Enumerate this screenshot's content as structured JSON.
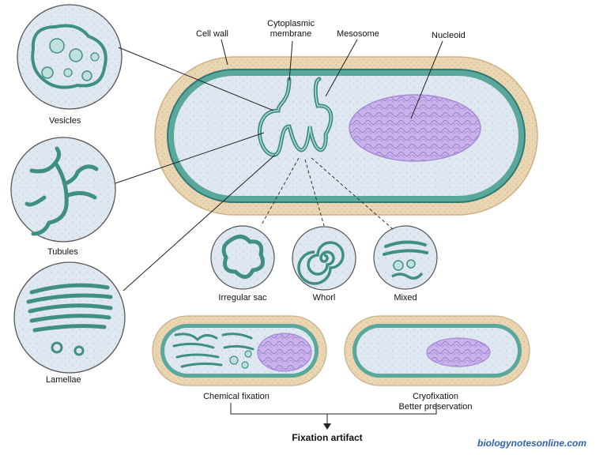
{
  "labels": {
    "cell_wall": "Cell wall",
    "cytoplasmic_membrane_line1": "Cytoplasmic",
    "cytoplasmic_membrane_line2": "membrane",
    "mesosome": "Mesosome",
    "nucleoid": "Nucleoid",
    "vesicles": "Vesicles",
    "tubules": "Tubules",
    "lamellae": "Lamellae",
    "irregular_sac": "Irregular sac",
    "whorl": "Whorl",
    "mixed": "Mixed",
    "chemical_fixation": "Chemical fixation",
    "cryofixation_line1": "Cryofixation",
    "cryofixation_line2": "Better preservation",
    "fixation_artifact": "Fixation artifact",
    "credit": "biologynotesonline.com"
  },
  "colors": {
    "cell_wall": "#e8d2ae",
    "membrane": "#3f8f86",
    "cytoplasm": "#dbe6f0",
    "nucleoid": "#b9a0e0",
    "credit": "#2f62b8"
  }
}
